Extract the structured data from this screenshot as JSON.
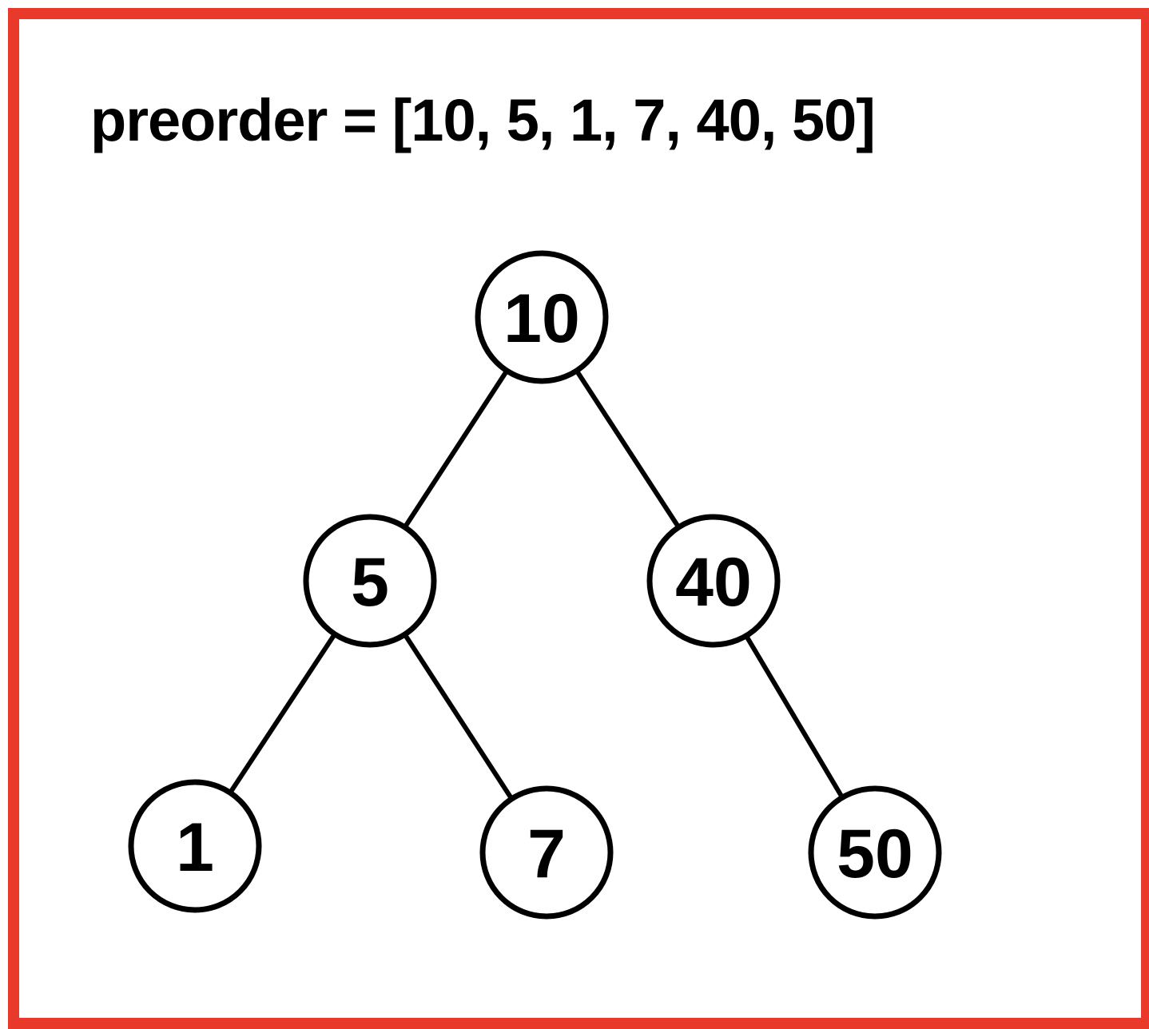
{
  "diagram": {
    "caption": "preorder = [10, 5, 1, 7, 40, 50]",
    "frame_color": "#e8392b",
    "nodes": [
      {
        "id": "n10",
        "label": "10"
      },
      {
        "id": "n5",
        "label": "5"
      },
      {
        "id": "n40",
        "label": "40"
      },
      {
        "id": "n1",
        "label": "1"
      },
      {
        "id": "n7",
        "label": "7"
      },
      {
        "id": "n50",
        "label": "50"
      }
    ],
    "edges": [
      {
        "from": "n10",
        "to": "n5"
      },
      {
        "from": "n10",
        "to": "n40"
      },
      {
        "from": "n5",
        "to": "n1"
      },
      {
        "from": "n5",
        "to": "n7"
      },
      {
        "from": "n40",
        "to": "n50"
      }
    ]
  }
}
